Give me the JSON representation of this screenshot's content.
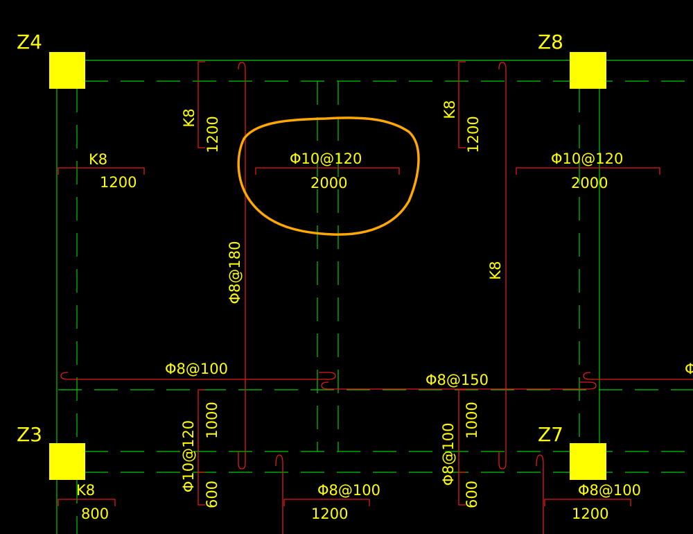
{
  "colors": {
    "background": "#000000",
    "beam_line": "#00cc00",
    "rebar": "#e21a1a",
    "text": "#ffff00",
    "column_fill": "#ffff00",
    "highlight_circle": "#ffa800"
  },
  "columns": {
    "z4": "Z4",
    "z8": "Z8",
    "z3": "Z3",
    "z7": "Z7"
  },
  "labels": {
    "k8_top_left_v": "K8",
    "l1200_top_left_v": "1200",
    "k8_top_mid_v": "K8",
    "l1200_top_mid_v": "1200",
    "k8_left_h": "K8",
    "l1200_left_h": "1200",
    "phi10_120_center": "Φ10@120",
    "l2000_center": "2000",
    "phi10_120_right": "Φ10@120",
    "l2000_right": "2000",
    "phi8_180_v": "Φ8@180",
    "k8_mid_v": "K8",
    "phi8_100_left": "Φ8@100",
    "phi8_150_mid": "Φ8@150",
    "phi_right_edge": "Φ",
    "l1000_left_v": "1000",
    "phi10_120_bottom_v": "Φ10@120",
    "l600_left_v": "600",
    "l1000_mid_v": "1000",
    "phi8_100_mid_v": "Φ8@100",
    "l600_mid_v": "600",
    "k8_bottom_left": "K8",
    "l800_bottom_left": "800",
    "phi8_100_bottom_mid": "Φ8@100",
    "l1200_bottom_mid": "1200",
    "phi8_100_bottom_right": "Φ8@100",
    "l1200_bottom_right": "1200"
  }
}
